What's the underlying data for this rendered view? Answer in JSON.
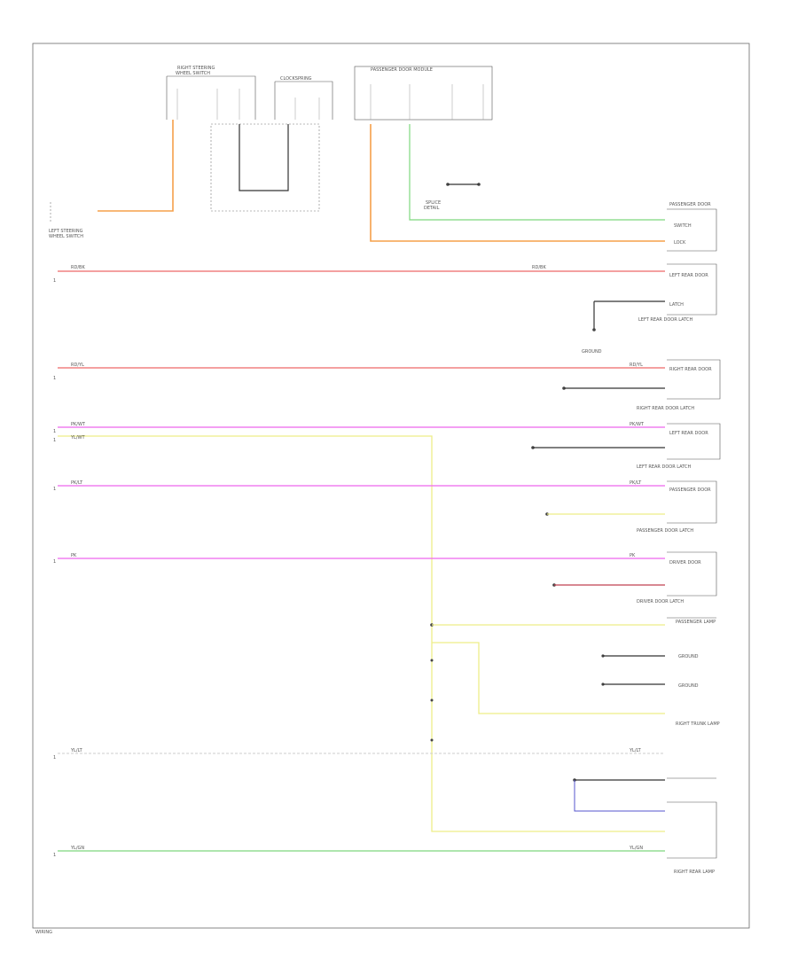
{
  "diagram": {
    "page_label": "WIRING",
    "connectors": [
      {
        "name": "top-switch-a",
        "label": "RIGHT STEERING\nWHEEL SWITCH"
      },
      {
        "name": "top-clockspring",
        "label": "CLOCKSPRING"
      },
      {
        "name": "top-module",
        "label": "PASSENGER DOOR MODULE"
      }
    ],
    "left_switch_label": "LEFT STEERING\nWHEEL SWITCH",
    "right_labels": [
      "PASSENGER SWITCH",
      "LEFT REAR DOOR LATCH",
      "RIGHT REAR DOOR LATCH",
      "LEFT REAR DOOR LATCH",
      "PASSENGER DOOR LATCH",
      "DRIVER DOOR LATCH",
      "PASSENGER LAMP",
      "RIGHT TRUNK LAMP",
      "RIGHT REAR LAMP"
    ]
  }
}
